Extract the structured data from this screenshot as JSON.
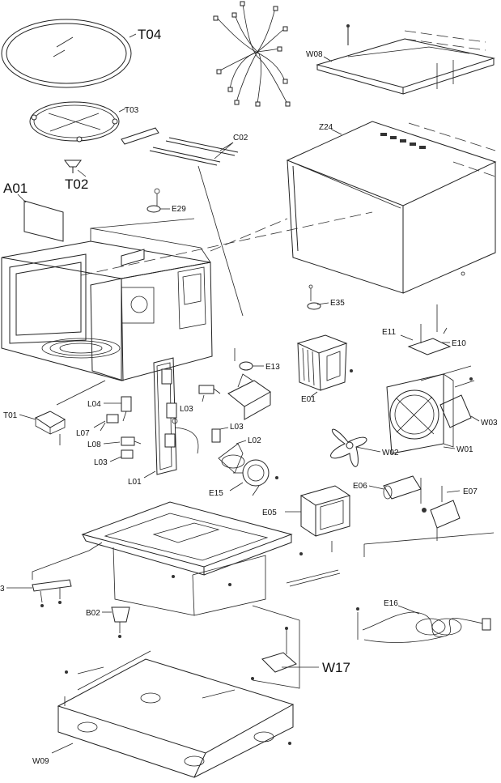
{
  "labels": {
    "t04": "T04",
    "t03": "T03",
    "t02": "T02",
    "a01": "A01",
    "w08": "W08",
    "c02": "C02",
    "z24": "Z24",
    "e29": "E29",
    "e35": "E35",
    "e11": "E11",
    "e10": "E10",
    "e13": "E13",
    "e01": "E01",
    "w03": "W03",
    "w02": "W02",
    "w01": "W01",
    "t01": "T01",
    "l04": "L04",
    "l07": "L07",
    "l03a": "L03",
    "l03b": "L03",
    "l08": "L08",
    "l03c": "L03",
    "l02": "L02",
    "l01": "L01",
    "e15": "E15",
    "e06": "E06",
    "e07": "E07",
    "e05": "E05",
    "e16": "E16",
    "b02": "B02",
    "w17": "W17",
    "w09": "W09",
    "edge3": "3"
  }
}
